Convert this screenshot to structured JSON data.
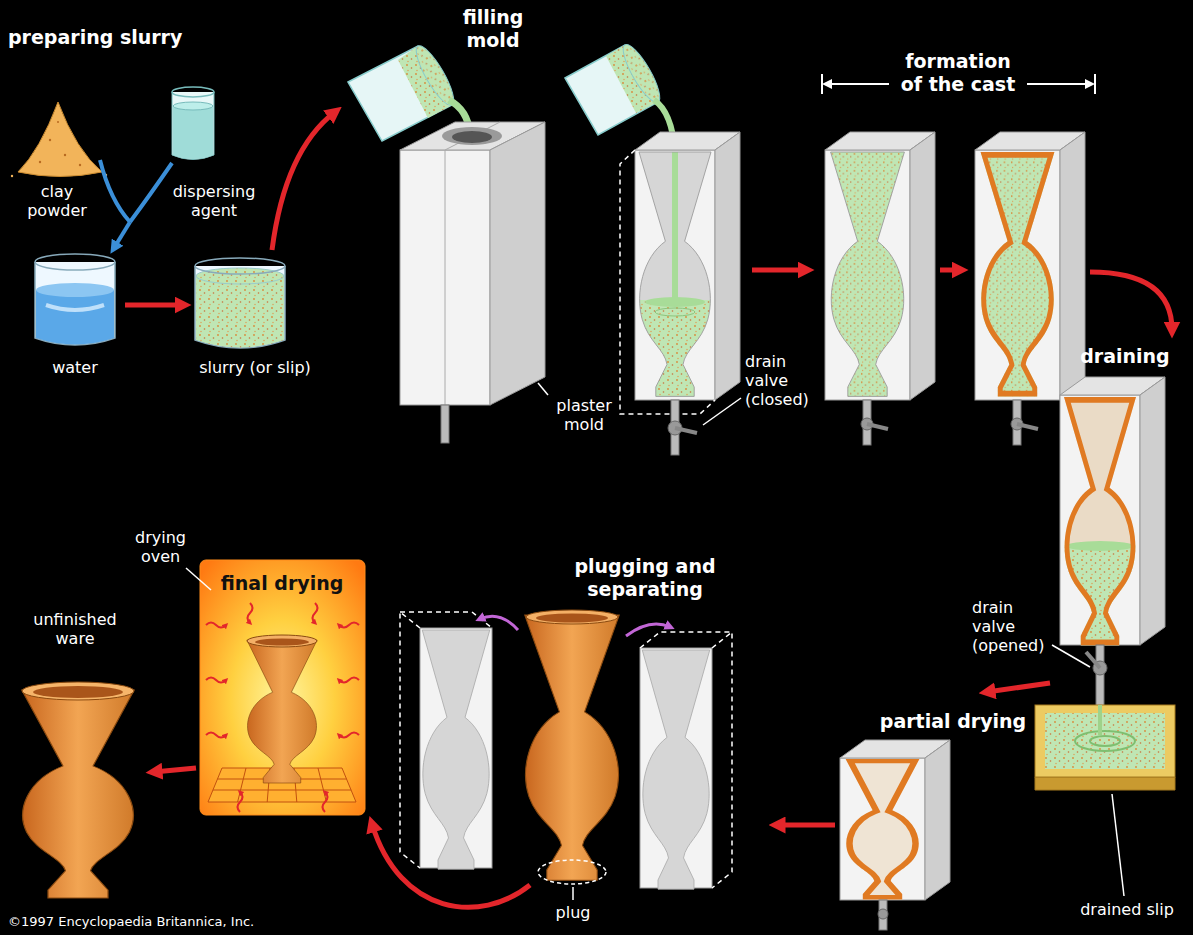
{
  "diagram": {
    "labels": [
      "preparing slurry",
      "clay powder",
      "dispersing agent",
      "water",
      "slurry (or slip)",
      "filling mold",
      "plaster mold",
      "drain valve (closed)",
      "formation of the cast",
      "draining",
      "drain valve (opened)",
      "drained slip",
      "partial drying",
      "plugging and separating",
      "plug",
      "drying oven",
      "final drying",
      "unfinished ware",
      "©1997 Encyclopaedia Britannica, Inc."
    ]
  }
}
